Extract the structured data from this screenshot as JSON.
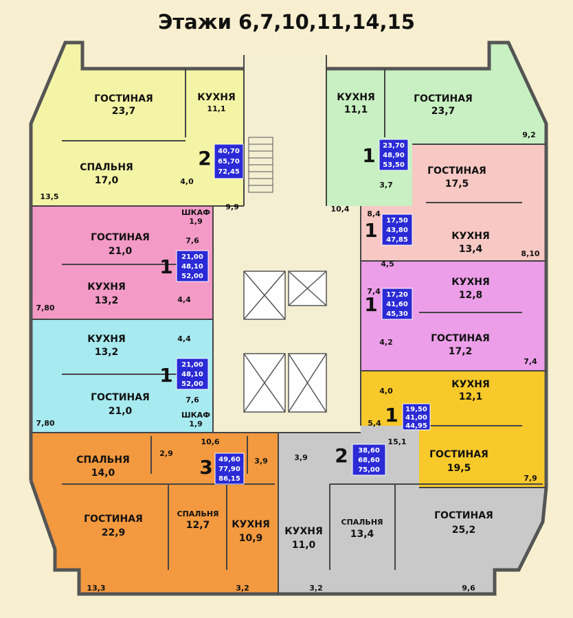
{
  "title": "Этажи 6,7,10,11,14,15",
  "colors": {
    "background": "#f7efcf",
    "yellow": "#f4f4a6",
    "pink": "#f49ac6",
    "cyan": "#a7eaf0",
    "orange": "#f3993f",
    "gray": "#c9c9c9",
    "green": "#c8f0c2",
    "salmon": "#f7c8c4",
    "magenta": "#ec9ee8",
    "gold": "#f8c92a",
    "core": "#f4efd2",
    "badge": "#2a2ad6"
  },
  "apartments": [
    {
      "id": "yellow",
      "rooms_count": "2",
      "badge": [
        "40,70",
        "65,70",
        "72,45"
      ],
      "rooms": [
        {
          "name": "ГОСТИНАЯ",
          "area": "23,7"
        },
        {
          "name": "КУХНЯ",
          "area": "11,1"
        },
        {
          "name": "СПАЛЬНЯ",
          "area": "17,0"
        }
      ],
      "small": [
        "4,0",
        "9,9",
        "13,5"
      ]
    },
    {
      "id": "pink",
      "rooms_count": "1",
      "badge": [
        "21,00",
        "48,10",
        "52,00"
      ],
      "rooms": [
        {
          "name": "ГОСТИНАЯ",
          "area": "21,0"
        },
        {
          "name": "КУХНЯ",
          "area": "13,2"
        }
      ],
      "small": [
        "ШКАФ",
        "1,9",
        "7,6",
        "4,4",
        "7,80"
      ]
    },
    {
      "id": "cyan",
      "rooms_count": "1",
      "badge": [
        "21,00",
        "48,10",
        "52,00"
      ],
      "rooms": [
        {
          "name": "КУХНЯ",
          "area": "13,2"
        },
        {
          "name": "ГОСТИНАЯ",
          "area": "21,0"
        }
      ],
      "small": [
        "4,4",
        "7,6",
        "ШКАФ",
        "1,9",
        "7,80"
      ]
    },
    {
      "id": "orange",
      "rooms_count": "3",
      "badge": [
        "49,60",
        "77,90",
        "86,15"
      ],
      "rooms": [
        {
          "name": "СПАЛЬНЯ",
          "area": "14,0"
        },
        {
          "name": "ГОСТИНАЯ",
          "area": "22,9"
        },
        {
          "name": "СПАЛЬНЯ",
          "area": "12,7"
        },
        {
          "name": "КУХНЯ",
          "area": "10,9"
        }
      ],
      "small": [
        "2,9",
        "10,6",
        "3,9",
        "13,3",
        "3,2"
      ]
    },
    {
      "id": "gray",
      "rooms_count": "2",
      "badge": [
        "38,60",
        "68,60",
        "75,00"
      ],
      "rooms": [
        {
          "name": "КУХНЯ",
          "area": "11,0"
        },
        {
          "name": "СПАЛЬНЯ",
          "area": "13,4"
        },
        {
          "name": "ГОСТИНАЯ",
          "area": "25,2"
        }
      ],
      "small": [
        "3,9",
        "3,2",
        "9,6"
      ]
    },
    {
      "id": "green",
      "rooms_count": "1",
      "badge": [
        "23,70",
        "48,90",
        "53,50"
      ],
      "rooms": [
        {
          "name": "КУХНЯ",
          "area": "11,1"
        },
        {
          "name": "ГОСТИНАЯ",
          "area": "23,7"
        }
      ],
      "small": [
        "3,7",
        "9,2",
        "10,4"
      ]
    },
    {
      "id": "salmon",
      "rooms_count": "1",
      "badge": [
        "17,50",
        "43,80",
        "47,85"
      ],
      "rooms": [
        {
          "name": "ГОСТИНАЯ",
          "area": "17,5"
        },
        {
          "name": "КУХНЯ",
          "area": "13,4"
        }
      ],
      "small": [
        "8,4",
        "4,5",
        "8,10"
      ]
    },
    {
      "id": "magenta",
      "rooms_count": "1",
      "badge": [
        "17,20",
        "41,60",
        "45,30"
      ],
      "rooms": [
        {
          "name": "КУХНЯ",
          "area": "12,8"
        },
        {
          "name": "ГОСТИНАЯ",
          "area": "17,2"
        }
      ],
      "small": [
        "7,4",
        "4,2",
        "7,4"
      ]
    },
    {
      "id": "gold",
      "rooms_count": "1",
      "badge": [
        "19,50",
        "41,00",
        "44,95"
      ],
      "rooms": [
        {
          "name": "КУХНЯ",
          "area": "12,1"
        },
        {
          "name": "ГОСТИНАЯ",
          "area": "19,5"
        }
      ],
      "small": [
        "4,0",
        "5,4",
        "15,1",
        "7,9"
      ]
    }
  ]
}
